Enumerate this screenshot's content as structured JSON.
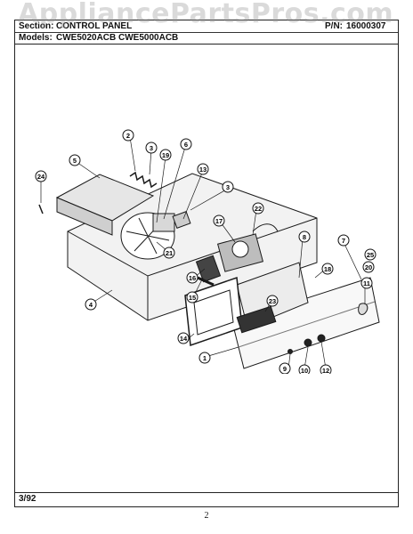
{
  "watermark": "AppliancePartsPros.com",
  "header": {
    "section_label": "Section:",
    "section_value": "CONTROL PANEL",
    "pn_label": "P/N:",
    "pn_value": "16000307",
    "models_label": "Models:",
    "models_value": "CWE5020ACB  CWE5000ACB"
  },
  "footer_date": "3/92",
  "page_number": "2",
  "callouts": [
    "1",
    "2",
    "3",
    "4",
    "5",
    "6",
    "7",
    "8",
    "9",
    "10",
    "11",
    "12",
    "13",
    "14",
    "15",
    "16",
    "17",
    "18",
    "19",
    "20",
    "21",
    "22",
    "23",
    "24",
    "25",
    "3"
  ],
  "colors": {
    "ink": "#1a1a1a",
    "shade": "#555555"
  }
}
